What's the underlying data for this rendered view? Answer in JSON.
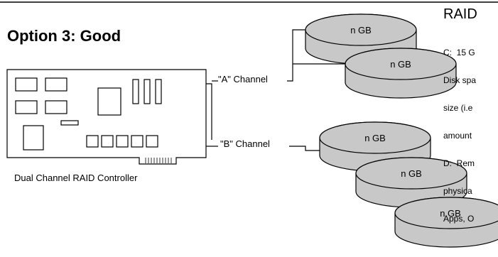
{
  "title": "Option 3:  Good",
  "controller": {
    "caption": "Dual Channel RAID Controller"
  },
  "channels": {
    "a_label": "\"A\" Channel",
    "b_label": "\"B\" Channel"
  },
  "disks": [
    {
      "label": "n GB",
      "channel": "A"
    },
    {
      "label": "n GB",
      "channel": "A"
    },
    {
      "label": "n GB",
      "channel": "B"
    },
    {
      "label": "n GB",
      "channel": "B"
    },
    {
      "label": "n GB",
      "channel": "B"
    }
  ],
  "raid_panel": {
    "heading": "RAID",
    "notes": [
      "C:  15 G",
      "Disk spa",
      "size (i.e",
      "amount",
      "D:  Rem",
      "physica",
      "Apps, O"
    ]
  },
  "colors": {
    "disk_fill": "#c8c8c8",
    "line": "#000000",
    "background": "#ffffff"
  }
}
